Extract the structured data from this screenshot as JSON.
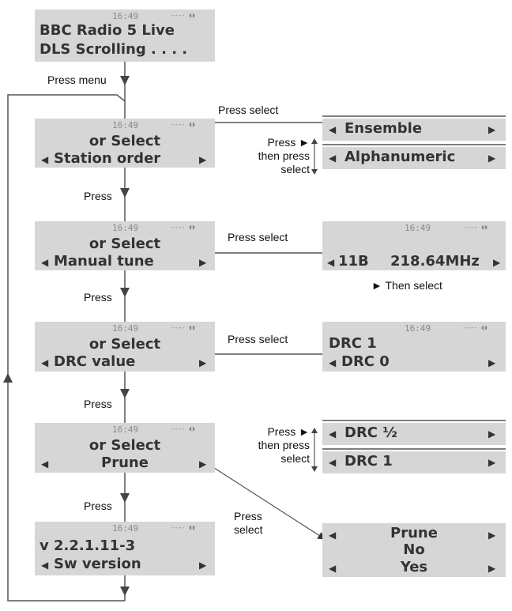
{
  "signal_glyph": "---- ◖◗",
  "arrows": {
    "left": "◀",
    "right": "▶"
  },
  "screens": {
    "dls": {
      "time": "16:49",
      "line1": "BBC Radio 5 Live",
      "line2": "DLS Scrolling . . . ."
    },
    "station_order": {
      "time": "16:49",
      "line1": "or Select",
      "line2": "Station order"
    },
    "manual_tune": {
      "time": "16:49",
      "line1": "or Select",
      "line2": "Manual tune"
    },
    "drc_value": {
      "time": "16:49",
      "line1": "or Select",
      "line2": "DRC value"
    },
    "prune": {
      "time": "16:49",
      "line1": "or Select",
      "line2": "Prune"
    },
    "sw_version": {
      "time": "16:49",
      "line1": "v 2.2.1.11-3",
      "line2": "Sw version"
    }
  },
  "side_screens": {
    "ensemble": "Ensemble",
    "alphanumeric": "Alphanumeric",
    "tune": {
      "time": "16:49",
      "channel": "11B",
      "freq": "218.64MHz"
    },
    "drc": {
      "time": "16:49",
      "line1": "DRC 1",
      "line2": "DRC 0"
    },
    "drc_half": "DRC ½",
    "drc_one": "DRC 1",
    "prune_confirm": {
      "line1": "Prune",
      "line2": "No",
      "line3": "Yes"
    }
  },
  "labels": {
    "press_menu": "Press menu",
    "press_1": "Press",
    "press_2": "Press",
    "press_3": "Press",
    "press_4": "Press",
    "press_select_1": "Press select",
    "press_select_2": "Press select",
    "press_select_3": "Press select",
    "press_select_prune_1": "Press",
    "press_select_prune_2": "select",
    "then_select": "► Then select",
    "press_then_1": {
      "l1": "Press ►",
      "l2": "then press",
      "l3": "select"
    },
    "press_then_2": {
      "l1": "Press ►",
      "l2": "then press",
      "l3": "select"
    }
  }
}
